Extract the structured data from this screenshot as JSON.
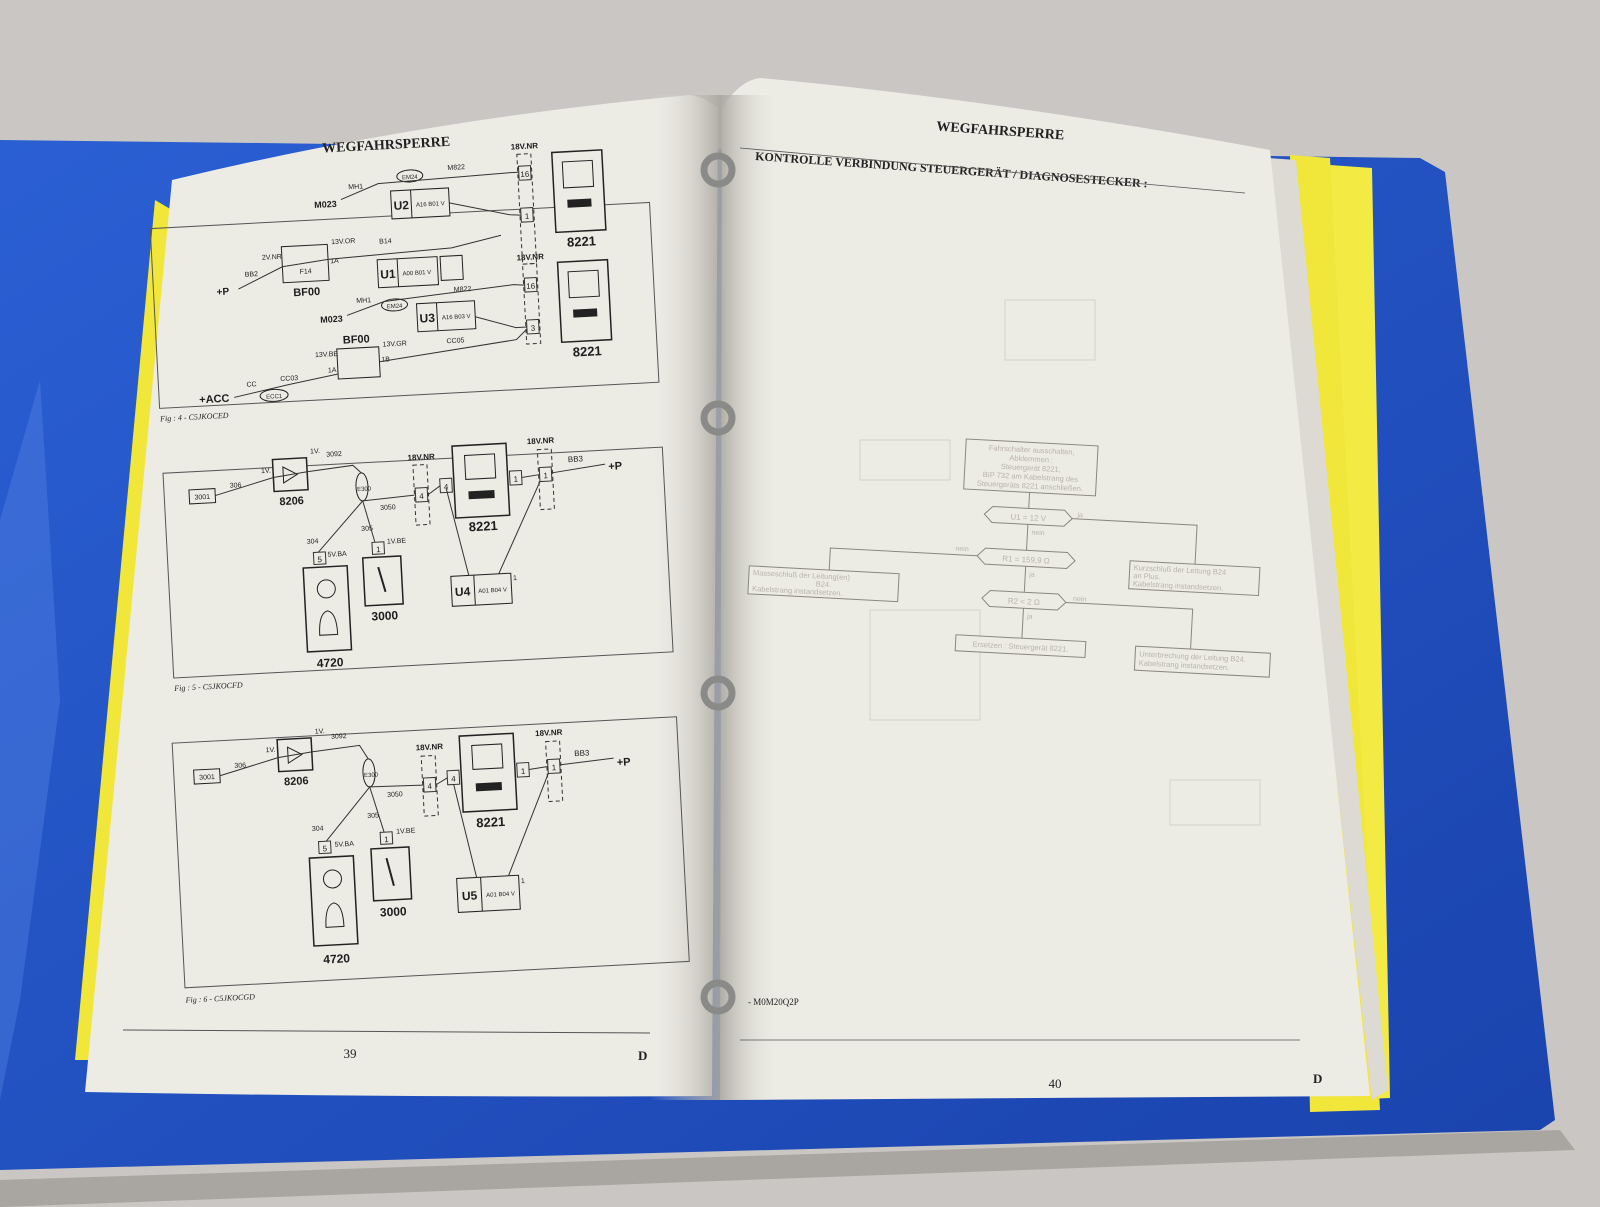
{
  "colors": {
    "table": "#c9c6c3",
    "binder": "#1f52c6",
    "tab_yellow": "#f1e63a",
    "paper": "#ecebe4",
    "ink": "#1e1e1e"
  },
  "left_page": {
    "title": "WEGFAHRSPERRE",
    "page_number": "39",
    "lang": "D",
    "fig4": {
      "caption": "Fig : 4 - C5JKOCED",
      "labels": {
        "c16": "16",
        "c1": "1",
        "c16b": "16",
        "c3": "3",
        "u2": "U2",
        "u2codes": "A16 B01 V",
        "u1": "U1",
        "u1codes": "A00 B01 V",
        "u3": "U3",
        "u3codes": "A16 B03 V",
        "n8221a": "8221",
        "n8221b": "8221",
        "bf00a": "BF00",
        "bf00b": "BF00",
        "f14": "F14",
        "v18a": "18V.NR",
        "v18b": "18V.NR",
        "m023a": "M023",
        "m023b": "M023",
        "mh1a": "MH1",
        "mh1b": "MH1",
        "em24a": "EM24",
        "em24b": "EM24",
        "m822a": "M822",
        "m822b": "M822",
        "bb2": "BB2",
        "v2nr": "2V.NR",
        "v13or": "13V.OR",
        "b14": "B14",
        "c1a": "1A",
        "p": "+P",
        "acc": "+ACC",
        "cc": "CC",
        "cc03": "CC03",
        "ecc1": "ECC1",
        "v13be": "13V.BE",
        "v13gr": "13V.GR",
        "cc05": "CC05",
        "c1a2": "1A",
        "c1b": "1B"
      }
    },
    "fig5": {
      "caption": "Fig : 5 - C5JKOCFD",
      "labels": {
        "c3001": "3001",
        "w306": "306",
        "v1a": "1V.",
        "v1b": "1V.",
        "w3092": "3092",
        "n8206": "8206",
        "e300": "E300",
        "w3050": "3050",
        "v18nr": "18V.NR",
        "c4a": "4",
        "c4b": "4",
        "c1a": "1",
        "c1b": "1",
        "v18nr2": "18V.NR",
        "bb3": "BB3",
        "p": "+P",
        "n8221": "8221",
        "w304": "304",
        "w305": "305",
        "v5ba": "5V.BA",
        "v1be": "1V.BE",
        "c5": "5",
        "c1c": "1",
        "n4720": "4720",
        "n3000": "3000",
        "u4": "U4",
        "u4codes": "A01 B04 V",
        "c1d": "1"
      }
    },
    "fig6": {
      "caption": "Fig : 6 - C5JKOCGD",
      "labels": {
        "c3001": "3001",
        "w306": "306",
        "v1a": "1V.",
        "v1b": "1V.",
        "w3092": "3092",
        "n8206": "8206",
        "e300": "E300",
        "w3050": "3050",
        "v18nr": "18V.NR",
        "c4a": "4",
        "c4b": "4",
        "c1a": "1",
        "c1b": "1",
        "v18nr2": "18V.NR",
        "bb3": "BB3",
        "p": "+P",
        "n8221": "8221",
        "w304": "304",
        "w305": "305",
        "v5ba": "5V.BA",
        "v1be": "1V.BE",
        "c5": "5",
        "c1c": "1",
        "n4720": "4720",
        "n3000": "3000",
        "u5": "U5",
        "u5codes": "A01 B04 V",
        "c1d": "1"
      }
    }
  },
  "right_page": {
    "title": "WEGFAHRSPERRE",
    "subtitle": "KONTROLLE VERBINDUNG STEUERGERÄT / DIAGNOSESTECKER :",
    "code": "- M0M20Q2P",
    "page_number": "40",
    "lang": "D",
    "flow": {
      "start": [
        "Fahrschalter ausschalten,",
        "Abklemmen :",
        "Steuergerät 8221,",
        "BIP 732 am Kabelstrang des",
        "Steuergeräts 8221 anschließen."
      ],
      "d1": "U1 = 12 V",
      "d1_yes": "ja",
      "d1_no": "nein",
      "d2": "R1 = 159,9 Ω",
      "d2_yes": "ja",
      "d2_no": "nein",
      "d3": "R2 < 2 Ω",
      "d3_yes": "ja",
      "d3_no": "nein",
      "left_box": [
        "Masseschluß der Leitung(en)",
        "B24.",
        "Kabelstrang instandsetzen."
      ],
      "right_box": [
        "Kurzschluß der Leitung B24",
        "an Plus.",
        "Kabelstrang instandsetzen."
      ],
      "bottom_left": "Ersetzen : Steuergerät 8221.",
      "bottom_right": [
        "Unterbrechung der Leitung B24.",
        "Kabelstrang instandsetzen."
      ]
    }
  }
}
